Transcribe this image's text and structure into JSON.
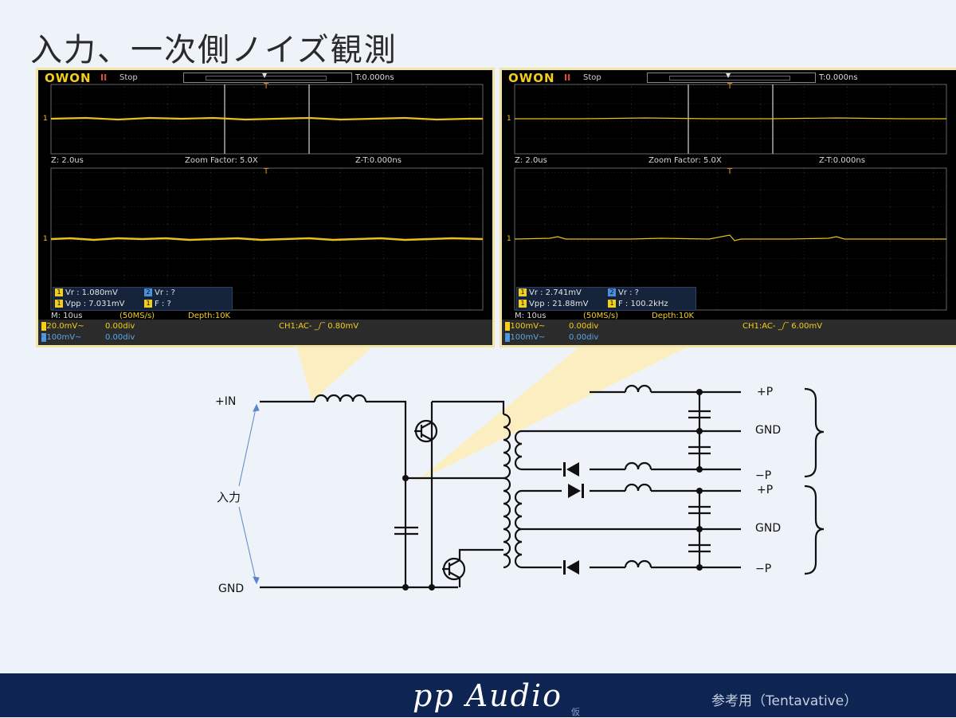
{
  "slide": {
    "title": "入力、一次側ノイズ観測"
  },
  "scopes": [
    {
      "brand": "OWON",
      "run_state": "Stop",
      "t_readout": "T:0.000ns",
      "z_time": "Z: 2.0us",
      "zoom_factor": "Zoom Factor: 5.0X",
      "zt": "Z-T:0.000ns",
      "m_time": "M: 10us",
      "sample": "(50MS/s)",
      "depth": "Depth:10K",
      "ch1_scale": "20.0mV~",
      "ch1_offset": "0.00div",
      "ch2_scale": "100mV~",
      "ch2_offset": "0.00div",
      "trigger": "CH1:AC-",
      "trigger_level": "0.80mV",
      "meas": {
        "vr1": "Vr : 1.080mV",
        "vpp1": "Vpp : 7.031mV",
        "vr2": "Vr :   ?",
        "f1": "F :   ?"
      }
    },
    {
      "brand": "OWON",
      "run_state": "Stop",
      "t_readout": "T:0.000ns",
      "z_time": "Z: 2.0us",
      "zoom_factor": "Zoom Factor: 5.0X",
      "zt": "Z-T:0.000ns",
      "m_time": "M: 10us",
      "sample": "(50MS/s)",
      "depth": "Depth:10K",
      "ch1_scale": "100mV~",
      "ch1_offset": "0.00div",
      "ch2_scale": "100mV~",
      "ch2_offset": "0.00div",
      "trigger": "CH1:AC-",
      "trigger_level": "6.00mV",
      "meas": {
        "vr1": "Vr : 2.741mV",
        "vpp1": "Vpp : 21.88mV",
        "vr2": "Vr :   ?",
        "f1": "F : 100.2kHz"
      }
    }
  ],
  "circuit": {
    "in_plus": "+IN",
    "in_gnd": "GND",
    "input_label": "入力",
    "out1_plus": "+P",
    "out1_gnd": "GND",
    "out1_minus": "−P",
    "out2_plus": "+P",
    "out2_gnd": "GND",
    "out2_minus": "−P"
  },
  "footer": {
    "logo": "pp Audio",
    "sub": "仮",
    "note": "参考用（Tentavative）"
  }
}
